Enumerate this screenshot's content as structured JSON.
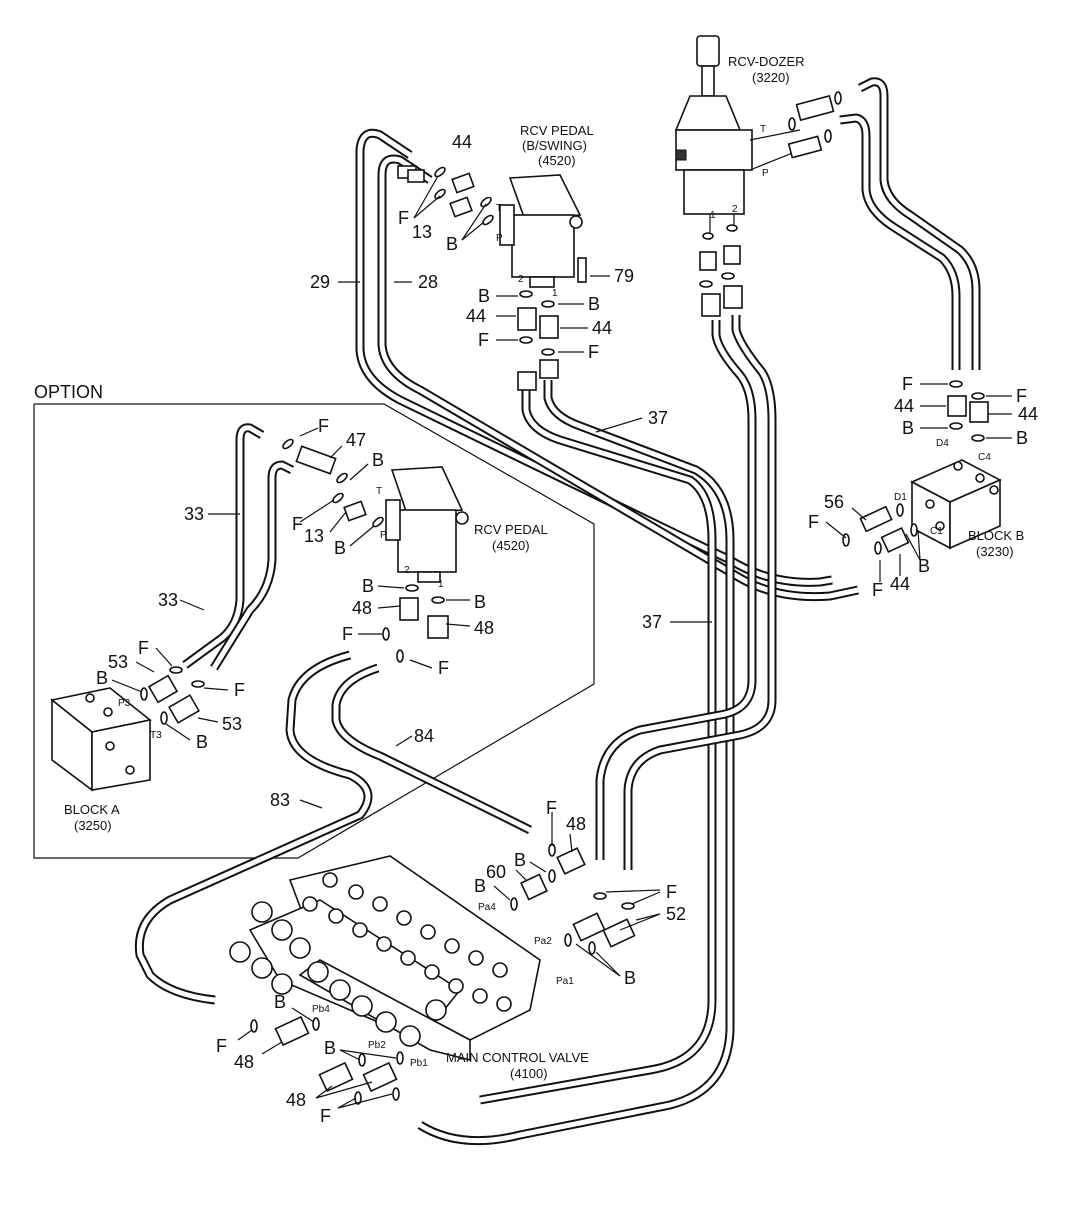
{
  "option_label": "OPTION",
  "components": {
    "rcv_dozer": {
      "name": "RCV-DOZER",
      "code": "(3220)"
    },
    "rcv_pedal_swing": {
      "name": "RCV PEDAL",
      "sub": "(B/SWING)",
      "code": "(4520)"
    },
    "rcv_pedal_option": {
      "name": "RCV PEDAL",
      "code": "(4520)"
    },
    "block_a": {
      "name": "BLOCK A",
      "code": "(3250)"
    },
    "block_b": {
      "name": "BLOCK B",
      "code": "(3230)"
    },
    "mcv": {
      "name": "MAIN CONTROL VALVE",
      "code": "(4100)"
    }
  },
  "callouts": [
    {
      "id": "c44a",
      "text": "44"
    },
    {
      "id": "cF1",
      "text": "F"
    },
    {
      "id": "c13a",
      "text": "13"
    },
    {
      "id": "cB1",
      "text": "B"
    },
    {
      "id": "c79",
      "text": "79"
    },
    {
      "id": "c29",
      "text": "29"
    },
    {
      "id": "c28",
      "text": "28"
    },
    {
      "id": "cB2",
      "text": "B"
    },
    {
      "id": "cB3",
      "text": "B"
    },
    {
      "id": "c44b",
      "text": "44"
    },
    {
      "id": "c44c",
      "text": "44"
    },
    {
      "id": "cF2",
      "text": "F"
    },
    {
      "id": "cF3",
      "text": "F"
    },
    {
      "id": "c37a",
      "text": "37"
    },
    {
      "id": "c37b",
      "text": "37"
    },
    {
      "id": "cF4",
      "text": "F"
    },
    {
      "id": "cF5",
      "text": "F"
    },
    {
      "id": "c44d",
      "text": "44"
    },
    {
      "id": "c44e",
      "text": "44"
    },
    {
      "id": "cB4",
      "text": "B"
    },
    {
      "id": "cB5",
      "text": "B"
    },
    {
      "id": "c56",
      "text": "56"
    },
    {
      "id": "cF6",
      "text": "F"
    },
    {
      "id": "cB6",
      "text": "B"
    },
    {
      "id": "cF7",
      "text": "F"
    },
    {
      "id": "c44f",
      "text": "44"
    },
    {
      "id": "cF8",
      "text": "F"
    },
    {
      "id": "c47",
      "text": "47"
    },
    {
      "id": "cB7",
      "text": "B"
    },
    {
      "id": "c33a",
      "text": "33"
    },
    {
      "id": "cF9",
      "text": "F"
    },
    {
      "id": "c13b",
      "text": "13"
    },
    {
      "id": "cB8",
      "text": "B"
    },
    {
      "id": "c33b",
      "text": "33"
    },
    {
      "id": "cB9",
      "text": "B"
    },
    {
      "id": "cB10",
      "text": "B"
    },
    {
      "id": "c48a",
      "text": "48"
    },
    {
      "id": "cF10",
      "text": "F"
    },
    {
      "id": "c48b",
      "text": "48"
    },
    {
      "id": "cF11",
      "text": "F"
    },
    {
      "id": "cF12",
      "text": "F"
    },
    {
      "id": "c53a",
      "text": "53"
    },
    {
      "id": "cB11",
      "text": "B"
    },
    {
      "id": "cF13",
      "text": "F"
    },
    {
      "id": "c53b",
      "text": "53"
    },
    {
      "id": "cB12",
      "text": "B"
    },
    {
      "id": "c84",
      "text": "84"
    },
    {
      "id": "c83",
      "text": "83"
    },
    {
      "id": "cF14",
      "text": "F"
    },
    {
      "id": "c48c",
      "text": "48"
    },
    {
      "id": "cB13",
      "text": "B"
    },
    {
      "id": "c60",
      "text": "60"
    },
    {
      "id": "cB14",
      "text": "B"
    },
    {
      "id": "cF15",
      "text": "F"
    },
    {
      "id": "c52",
      "text": "52"
    },
    {
      "id": "cB15",
      "text": "B"
    },
    {
      "id": "cB16",
      "text": "B"
    },
    {
      "id": "cF16",
      "text": "F"
    },
    {
      "id": "c48d",
      "text": "48"
    },
    {
      "id": "cB17",
      "text": "B"
    },
    {
      "id": "c48e",
      "text": "48"
    },
    {
      "id": "cF17",
      "text": "F"
    }
  ],
  "ports": {
    "T": "T",
    "P": "P",
    "one": "1",
    "two": "2",
    "D4": "D4",
    "C4": "C4",
    "D1": "D1",
    "C1": "C1",
    "P3": "P3",
    "T3": "T3",
    "Pa4": "Pa4",
    "Pa2": "Pa2",
    "Pa1": "Pa1",
    "Pb4": "Pb4",
    "Pb2": "Pb2",
    "Pb1": "Pb1"
  }
}
